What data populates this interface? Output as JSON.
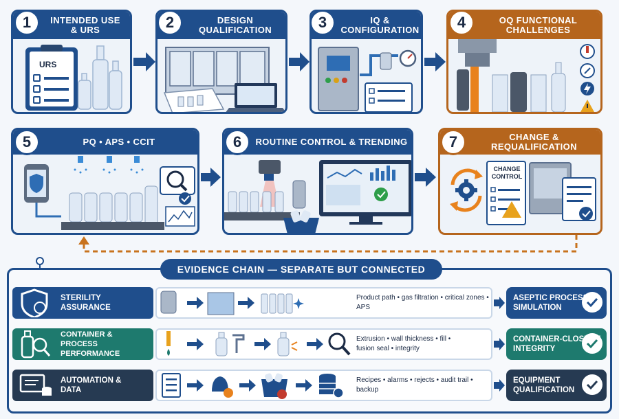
{
  "steps": [
    {
      "num": "1",
      "title_line1": "Intended Use",
      "title_line2": "& URS",
      "doc_label": "URS"
    },
    {
      "num": "2",
      "title_line1": "Design",
      "title_line2": "Qualification"
    },
    {
      "num": "3",
      "title_line1": "IQ &",
      "title_line2": "Configuration"
    },
    {
      "num": "4",
      "title_line1": "OQ Functional",
      "title_line2": "Challenges"
    },
    {
      "num": "5",
      "title": "PQ • APS • CCIT"
    },
    {
      "num": "6",
      "title": "Routine Control & Trending"
    },
    {
      "num": "7",
      "title": "Change & Requalification",
      "doc_line1": "Change",
      "doc_line2": "Control"
    }
  ],
  "evidence": {
    "title": "Evidence Chain — Separate but Connected",
    "rows": [
      {
        "label_line1": "Sterility",
        "label_line2": "Assurance",
        "text_line1": "Product path • gas filtration • critical zones • APS",
        "text_line2": "",
        "outcome_line1": "Aseptic Process",
        "outcome_line2": "Simulation"
      },
      {
        "label_line1": "Container &",
        "label_line2": "Process Performance",
        "text_line1": "Extrusion • wall thickness • fill •",
        "text_line2": "fusion seal • integrity",
        "outcome_line1": "Container-Closure",
        "outcome_line2": "Integrity"
      },
      {
        "label_line1": "Automation &",
        "label_line2": "Data",
        "text_line1": "Recipes • alarms • rejects • audit trail • backup",
        "text_line2": "",
        "outcome_line1": "Equipment",
        "outcome_line2": "Qualification"
      }
    ]
  },
  "colors": {
    "blue": "#1f4e8c",
    "orange": "#b5651d",
    "teal": "#1e7a6e",
    "navy": "#263a52",
    "green": "#2e9e4a"
  },
  "icons": [
    "clipboard-icon",
    "bottle-icon",
    "machine-icon",
    "laptop-icon",
    "control-panel-icon",
    "gauge-icon",
    "nozzle-icon",
    "thermometer-icon",
    "lightning-icon",
    "warning-icon",
    "filter-shield-icon",
    "spray-icon",
    "conveyor-icon",
    "magnifier-icon",
    "camera-icon",
    "monitor-icon",
    "reject-bin-icon",
    "gear-cycle-icon",
    "isolator-icon",
    "checkmark-icon",
    "database-icon",
    "bell-icon"
  ]
}
